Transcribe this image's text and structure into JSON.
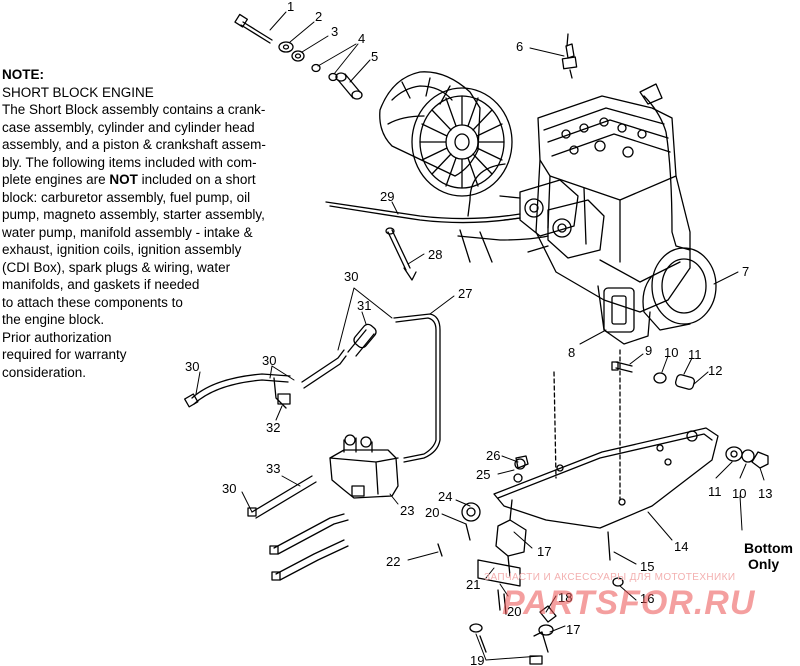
{
  "note": {
    "title": "NOTE:",
    "lines": [
      "SHORT BLOCK ENGINE",
      "The Short Block assembly contains a crank-",
      "case assembly, cylinder and cylinder head",
      "assembly, and a piston & crankshaft assem-",
      "bly.  The following items included with com-",
      "plete engines are ",
      "block:  carburetor assembly, fuel pump, oil",
      "pump, magneto assembly, starter assembly,",
      "water pump, manifold assembly - intake &",
      "exhaust, ignition coils, ignition assembly",
      " (CDI Box), spark plugs & wiring, water",
      "  manifolds, and gaskets if needed",
      "  to attach these components to",
      "  the engine block.",
      "Prior authorization",
      "  required for warranty",
      "consideration."
    ],
    "emphasis_word": "NOT",
    "emphasis_tail": " included on a short"
  },
  "callouts": [
    {
      "id": "c1",
      "text": "1"
    },
    {
      "id": "c2",
      "text": "2"
    },
    {
      "id": "c3",
      "text": "3"
    },
    {
      "id": "c4",
      "text": "4"
    },
    {
      "id": "c5",
      "text": "5"
    },
    {
      "id": "c6",
      "text": "6"
    },
    {
      "id": "c7",
      "text": "7"
    },
    {
      "id": "c8",
      "text": "8"
    },
    {
      "id": "c9",
      "text": "9"
    },
    {
      "id": "c10a",
      "text": "10"
    },
    {
      "id": "c11a",
      "text": "11"
    },
    {
      "id": "c12",
      "text": "12"
    },
    {
      "id": "c11b",
      "text": "11"
    },
    {
      "id": "c10b",
      "text": "10"
    },
    {
      "id": "c13",
      "text": "13"
    },
    {
      "id": "c14",
      "text": "14"
    },
    {
      "id": "c15",
      "text": "15"
    },
    {
      "id": "c16",
      "text": "16"
    },
    {
      "id": "c17a",
      "text": "17"
    },
    {
      "id": "c17b",
      "text": "17"
    },
    {
      "id": "c18",
      "text": "18"
    },
    {
      "id": "c19",
      "text": "19"
    },
    {
      "id": "c20a",
      "text": "20"
    },
    {
      "id": "c20b",
      "text": "20"
    },
    {
      "id": "c21",
      "text": "21"
    },
    {
      "id": "c22",
      "text": "22"
    },
    {
      "id": "c23",
      "text": "23"
    },
    {
      "id": "c24",
      "text": "24"
    },
    {
      "id": "c25",
      "text": "25"
    },
    {
      "id": "c26",
      "text": "26"
    },
    {
      "id": "c27",
      "text": "27"
    },
    {
      "id": "c28",
      "text": "28"
    },
    {
      "id": "c29",
      "text": "29"
    },
    {
      "id": "c30a",
      "text": "30"
    },
    {
      "id": "c30b",
      "text": "30"
    },
    {
      "id": "c30c",
      "text": "30"
    },
    {
      "id": "c30d",
      "text": "30"
    },
    {
      "id": "c31",
      "text": "31"
    },
    {
      "id": "c32",
      "text": "32"
    },
    {
      "id": "c33",
      "text": "33"
    }
  ],
  "bottom_only": {
    "line1": "Bottom",
    "line2": "Only"
  },
  "watermark": {
    "small": "ЗАПЧАСТИ И АКСЕССУАРЫ ДЛЯ МОТОТЕХНИКИ",
    "big": "PARTSFOR.RU"
  }
}
